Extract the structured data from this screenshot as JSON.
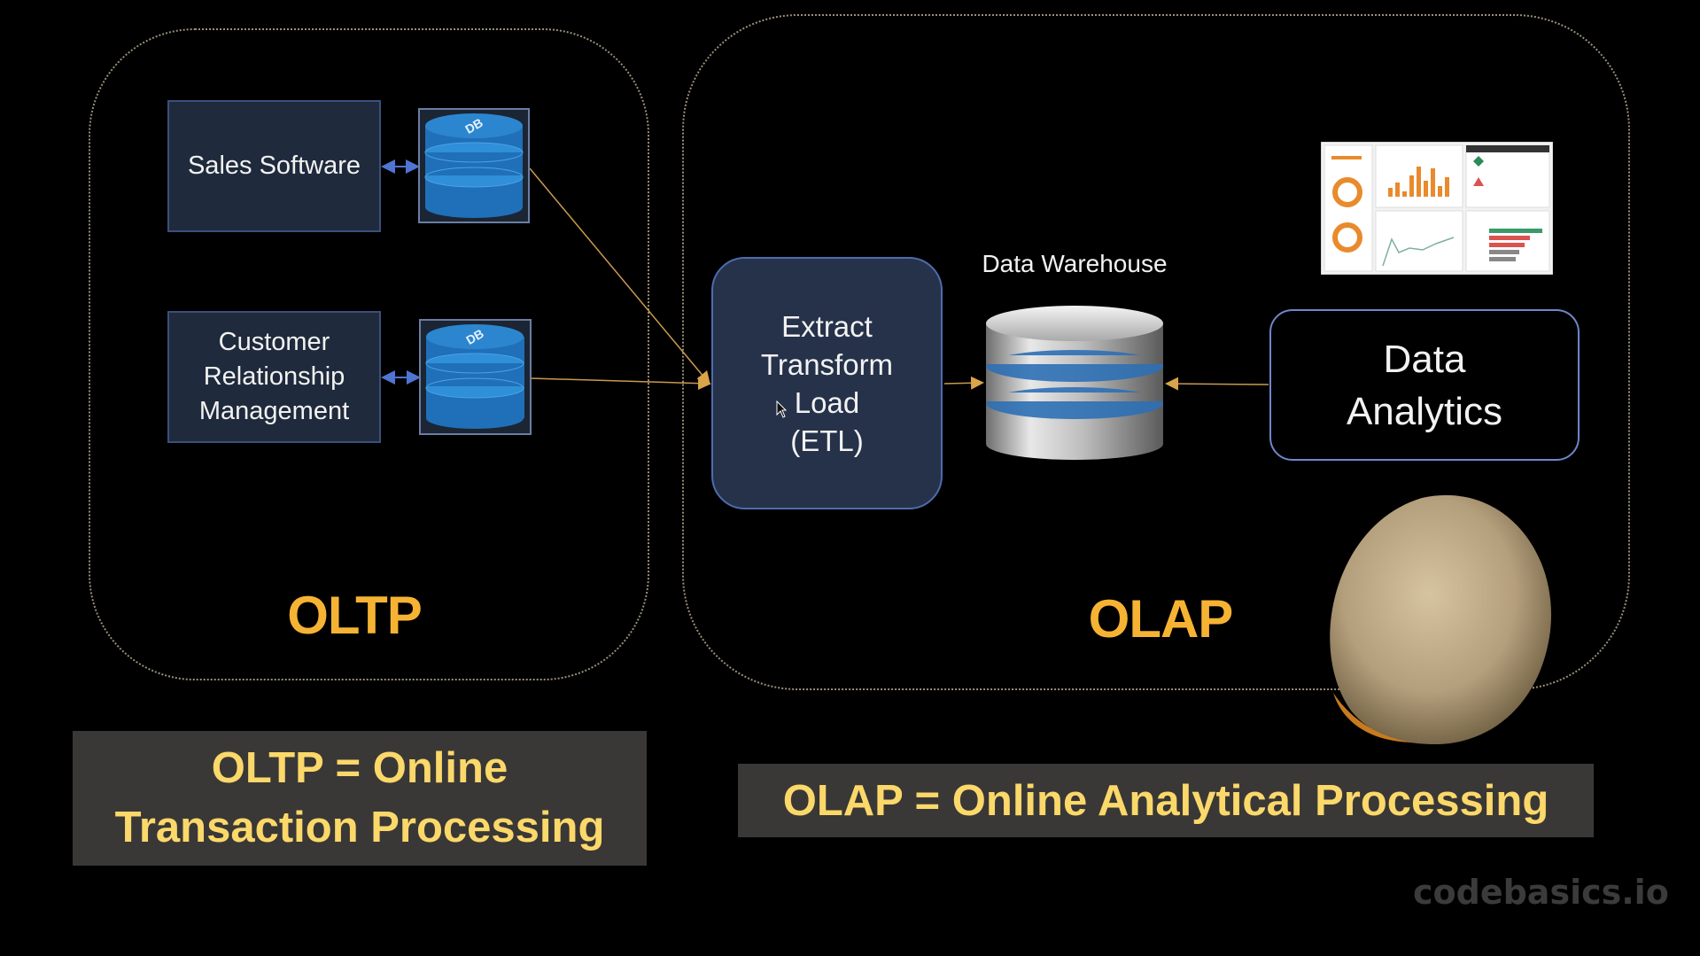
{
  "oltp": {
    "title": "OLTP",
    "sales_software_label": "Sales Software",
    "crm_label": "Customer Relationship Management",
    "db_label": "DB"
  },
  "olap": {
    "title": "OLAP",
    "etl_label": "Extract Transform Load (ETL)",
    "warehouse_label": "Data Warehouse",
    "analytics_label": "Data Analytics"
  },
  "captions": {
    "oltp": "OLTP = Online Transaction Processing",
    "olap": "OLAP = Online Analytical Processing"
  },
  "watermark": "codebasics.io",
  "colors": {
    "background": "#000000",
    "accent_orange": "#f6b333",
    "caption_text": "#fbd86a",
    "caption_bg": "#3a3836",
    "navy_box": "#1f2a3c",
    "db_blue": "#2a78c0",
    "connector": "#c99a4e"
  }
}
